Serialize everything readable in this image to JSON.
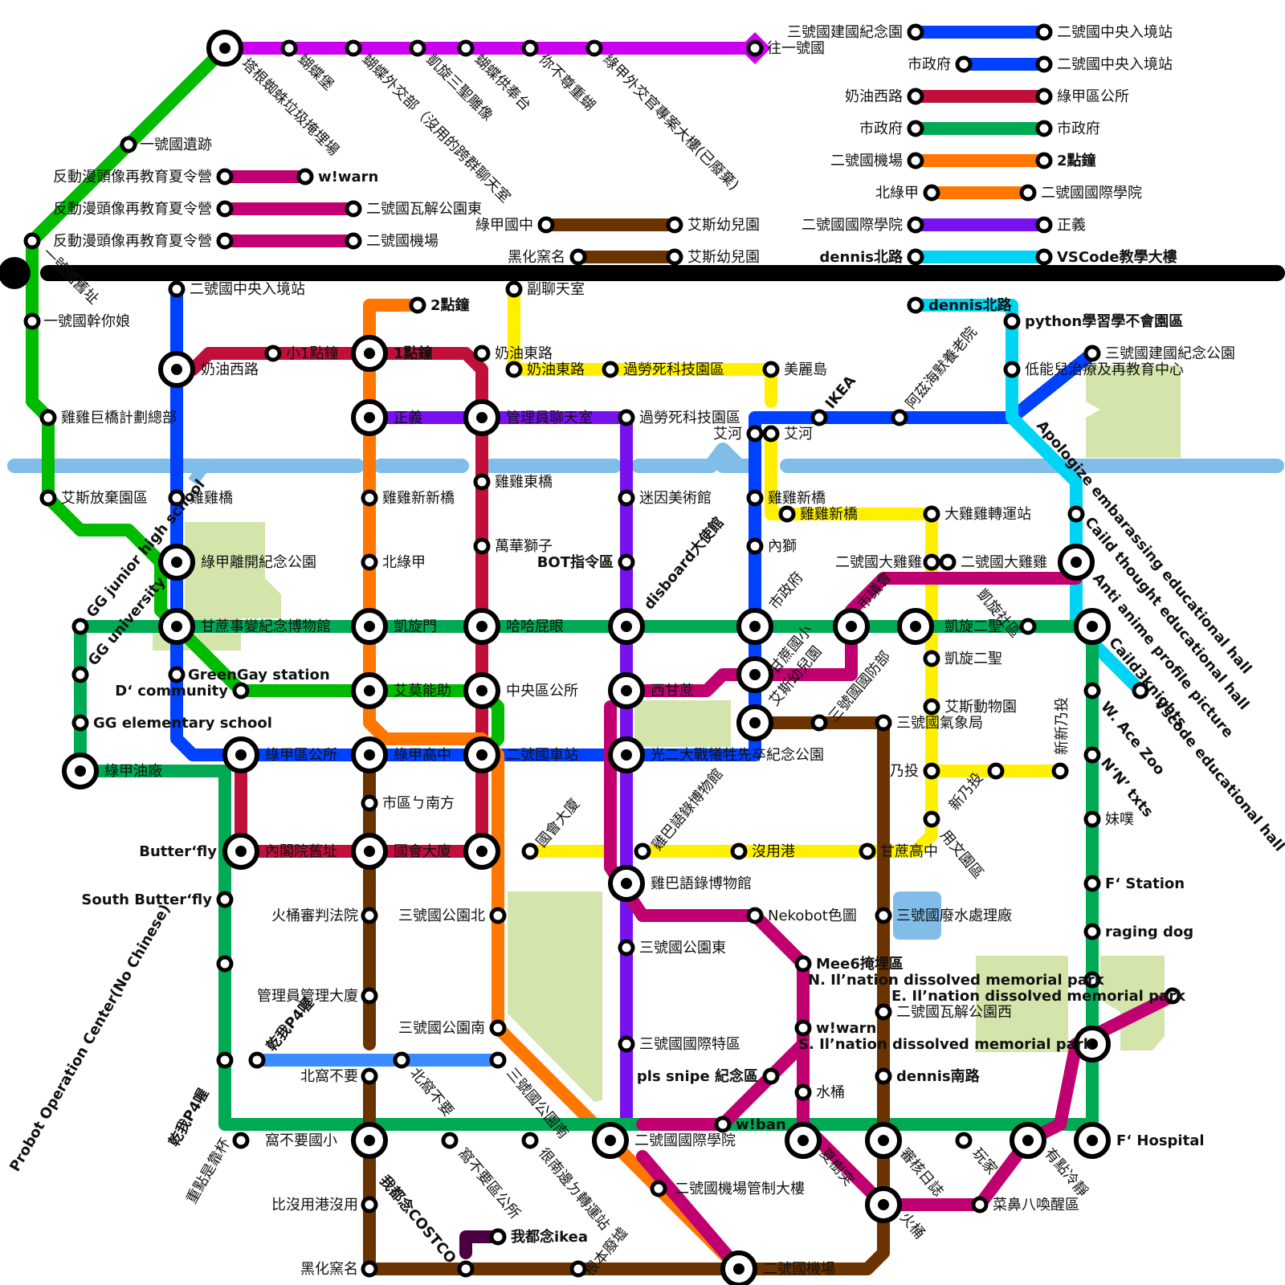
{
  "colors": {
    "line1": "#00bb00",
    "line2": "#0040ff",
    "line3": "#c0103a",
    "line4": "#00aa55",
    "line5": "#ff7700",
    "line6": "#7711ee",
    "line7": "#fff000",
    "line8": "#00d4f4",
    "line9": "#c00070",
    "line10": "#6a3300",
    "line11": "#cc00ee",
    "line12": "#3b8cff",
    "line13": "#4a0040",
    "black": "#000000",
    "river": "#80bde8",
    "park": "#d3e5ab"
  },
  "legend": [
    {
      "from": "三號國建國紀念園",
      "to": "二號國中央入境站"
    },
    {
      "from": "市政府",
      "to": "二號國中央入境站"
    },
    {
      "from": "奶油西路",
      "to": "綠甲區公所"
    },
    {
      "from": "市政府",
      "to": "市政府"
    },
    {
      "from": "二號國機場",
      "to": "2點鐘"
    },
    {
      "from": "北綠甲",
      "to": "二號國國際學院"
    },
    {
      "from": "二號國國際學院",
      "to": "正義"
    },
    {
      "from": "dennis北路",
      "to": "VSCode教學大樓"
    },
    {
      "from": "綠甲國中",
      "to": "艾斯幼兒園"
    },
    {
      "from": "黑化窯名",
      "to": "艾斯幼兒園"
    },
    {
      "from": "反動漫頭像再教育夏令營",
      "to": "w!warn"
    },
    {
      "from": "反動漫頭像再教育夏令營",
      "to": "二號國瓦解公園東"
    },
    {
      "from": "反動漫頭像再教育夏令營",
      "to": "二號國機場"
    }
  ],
  "labels": [
    "塔根蜘蛛垃圾掩埋場",
    "蝴蝶堡",
    "蝴蝶外交部（沒用的跨群聊天室",
    "凱旋三聖雕像",
    "蝴蝶供奉台",
    "你不尊重蝴",
    "綠甲外交官專案大樓(已廢棄)",
    "往一號國",
    "一號國遺跡",
    "一號國舊址",
    "一號國幹你娘",
    "雞雞巨橋計劃總部",
    "艾斯放棄園區",
    "二號國中央入境站",
    "奶油西路",
    "小1點鐘",
    "1點鐘",
    "2點鐘",
    "奶油東路",
    "副聊天室",
    "奶油東路",
    "過勞死科技園區",
    "美麗島",
    "正義",
    "管理員聊天室",
    "過勞死科技園區",
    "艾河",
    "艾河",
    "IKEA",
    "阿茲海默養老院",
    "dennis北路",
    "python學習學不會園區",
    "低能兒治療及再教育中心",
    "三號國建國紀念公園",
    "雞雞橋",
    "雞雞新新橋",
    "雞雞東橋",
    "迷因美術館",
    "雞雞新橋",
    "雞雞新橋",
    "大雞雞轉運站",
    "內獅",
    "萬華獅子",
    "BOT指令區",
    "北綠甲",
    "GG junior high school",
    "綠甲離開紀念公園",
    "disboard大使館",
    "二號國大雞雞",
    "二號國大雞雞",
    "凱旋社區",
    "市議會",
    "市政府",
    "GG university",
    "甘蔗事變紀念博物館",
    "凱旋門",
    "哈哈屁眼",
    "甘蔗國小",
    "凱旋二聖",
    "Apologize embarassing educational hall",
    "Caild thought educational hall",
    "Anti anime profile picture",
    "Caild3knights",
    "Vscode educational hall",
    "GreenGay station",
    "D‘ community",
    "艾莫能助",
    "中央區公所",
    "西甘蔗",
    "艾斯幼兒園",
    "三號國國防部",
    "凱旋二聖",
    "艾斯動物園",
    "三號國氣象局",
    "GG elementary school",
    "綠甲油廠",
    "綠甲區公所",
    "綠甲高中",
    "二號國車站",
    "光二大戰犧牲先卒紀念公園",
    "雞巴語錄博物館",
    "乃投",
    "新乃投",
    "新新乃投",
    "W. Ace Zoo",
    "N‘N’ txts",
    "用文園區",
    "市區ㄅ南方",
    "妹噗",
    "國會大廈",
    "Butter‘fly",
    "內閣院舊址",
    "國會大廈",
    "沒用港",
    "甘蔗高中",
    "雞巴語錄博物館",
    "F‘ Station",
    "South Butter‘fly",
    "火桶審判法院",
    "三號國公園北",
    "Nekobot色圖",
    "三號國廢水處理廠",
    "raging dog",
    "三號國公園東",
    "Mee6掩埋區",
    "N. Il’nation dissolved memorial park",
    "E. Il’nation dissolved memorial park",
    "管理員管理大廈",
    "三號國公園南",
    "二號國瓦解公園西",
    "三號國國際特區",
    "w!warn",
    "S. Il’nation dissolved memorial park",
    "Probot Operation Center(No Chinese)",
    "乾我P4喔",
    "乾我P4喔",
    "北窩不要",
    "北窩不要",
    "三號國公園南",
    "pls snipe 紀念區",
    "水桶",
    "dennis南路",
    "w!ban",
    "窩不要國小",
    "二號國國際學院",
    "重點是靠杯",
    "F‘ Hospital",
    "窩不要區公所",
    "很南邊ㄉ轉運站",
    "夏樹突",
    "審核日誌",
    "玩家",
    "有點冷靜",
    "比沒用港沒用",
    "我都念COSTCO",
    "二號國機場管制大樓",
    "火桶",
    "菜鼻八喚醒區",
    "我都念ikea",
    "根本廢墟",
    "黑化窯名",
    "二號國機場"
  ]
}
